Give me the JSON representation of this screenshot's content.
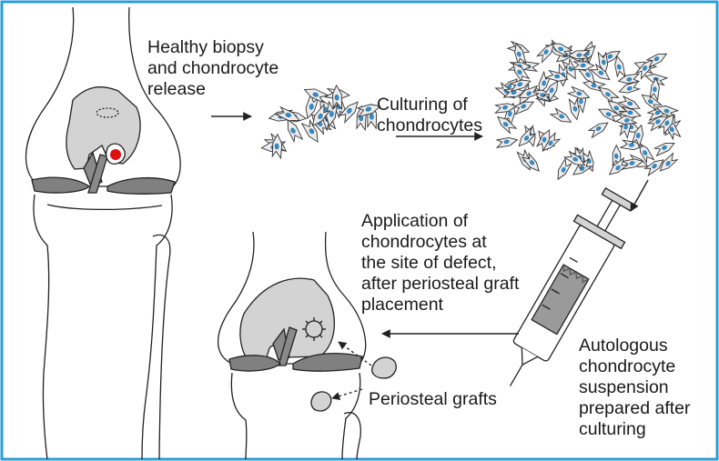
{
  "labels": {
    "biopsy": "Healthy biopsy\nand chondrocyte\nrelease",
    "culturing": "Culturing of\nchondrocytes",
    "application": "Application of\nchondrocytes at\nthe site of defect,\nafter periosteal graft\nplacement",
    "grafts": "Periosteal grafts",
    "suspension": "Autologous\nchondrocyte\nsuspension\nprepared after\nculturing"
  },
  "colors": {
    "frame": "#2a9fd6",
    "bone_fill": "#d3d3d3",
    "meniscus_fill": "#808080",
    "cell_nucleus": "#2f8fd0",
    "lesion": "#e01010",
    "outline": "#222222"
  }
}
